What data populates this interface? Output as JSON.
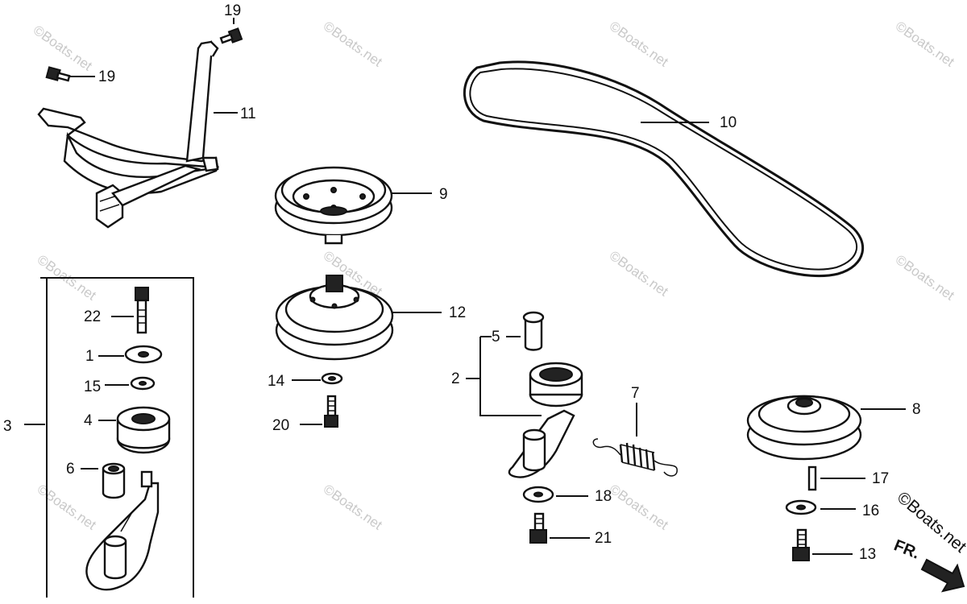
{
  "parts": {
    "p1": "1",
    "p2": "2",
    "p3": "3",
    "p4": "4",
    "p5": "5",
    "p6": "6",
    "p7": "7",
    "p8": "8",
    "p9": "9",
    "p10": "10",
    "p11": "11",
    "p12": "12",
    "p13": "13",
    "p14": "14",
    "p15": "15",
    "p16": "16",
    "p17": "17",
    "p18": "18",
    "p19a": "19",
    "p19b": "19",
    "p20": "20",
    "p21": "21",
    "p22": "22"
  },
  "watermark": "©Boats.net",
  "corner_watermark": "©Boats.net",
  "direction_label": "FR.",
  "colors": {
    "line": "#111111",
    "watermark": "#c9c9c9",
    "background": "#ffffff"
  }
}
